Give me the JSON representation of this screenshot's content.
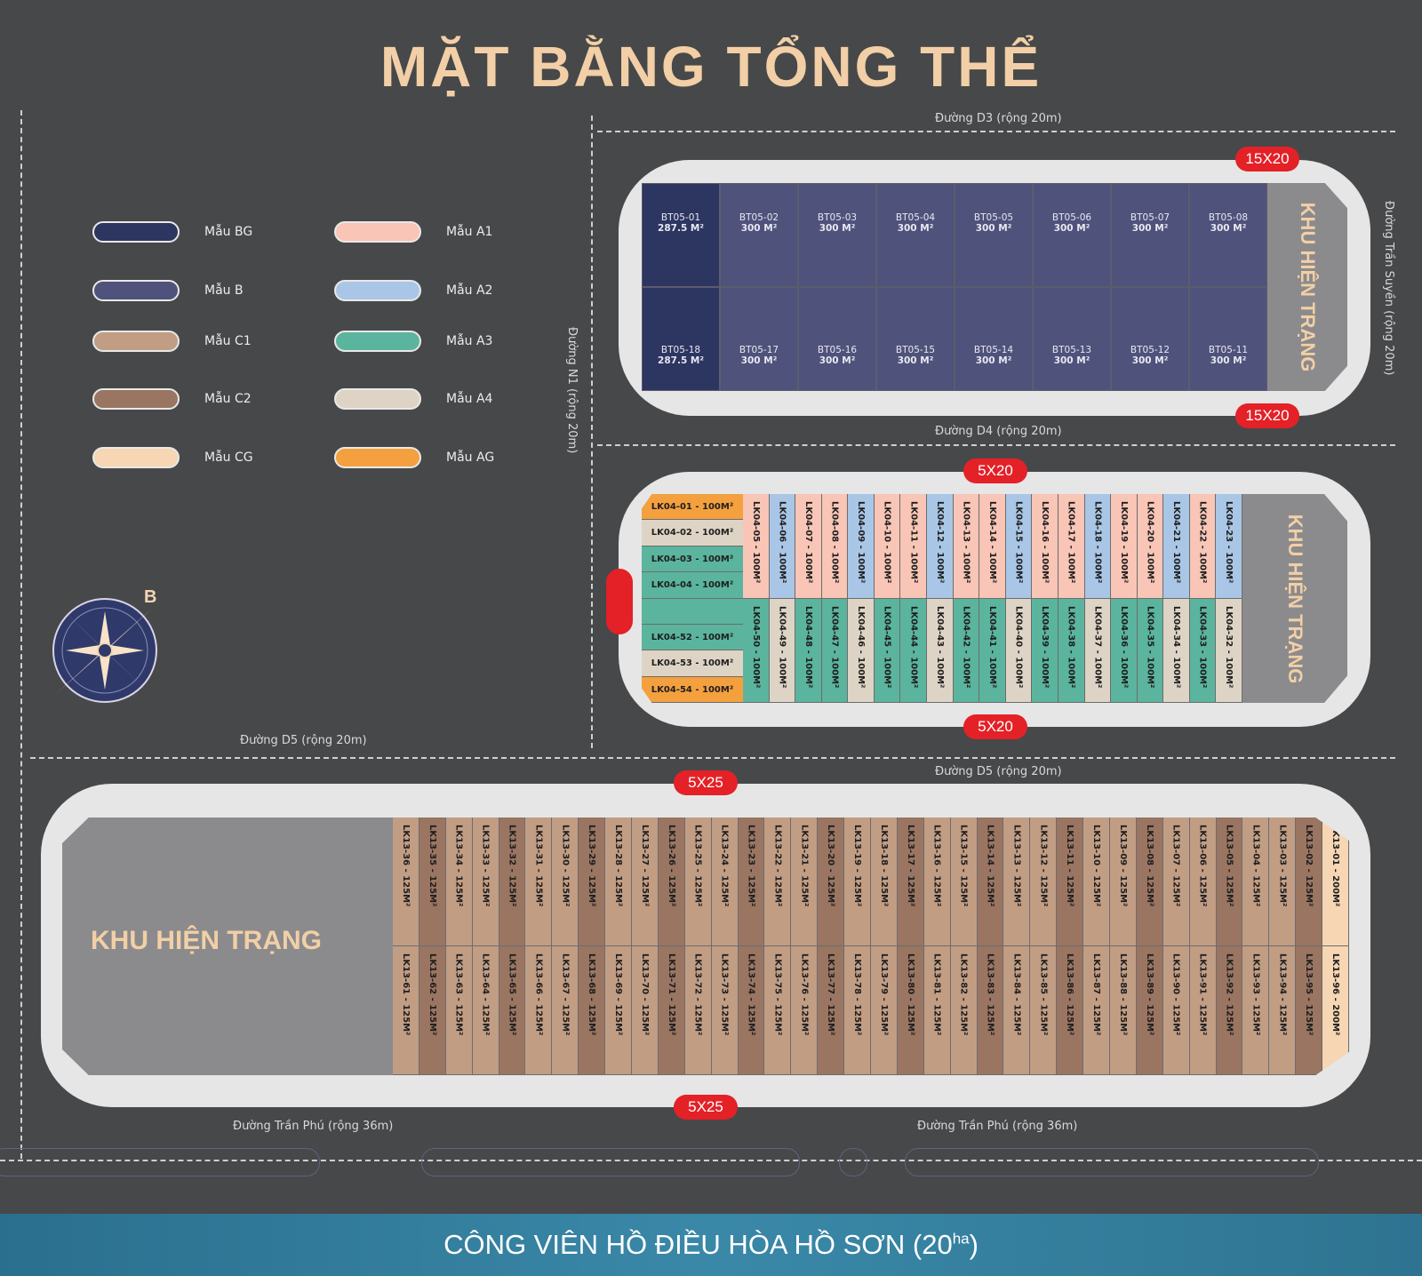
{
  "title": "MẶT BẰNG TỔNG THỂ",
  "roads": {
    "d3": "Đường D3 (rộng 20m)",
    "d4": "Đường D4 (rộng 20m)",
    "d5_left": "Đường D5 (rộng 20m)",
    "d5_right": "Đường D5 (rộng 20m)",
    "tran_suyen": "Đường Trần Suyền (rộng 20m)",
    "n1": "Đường N1 (rộng 20m)",
    "tran_phu_left": "Đường Trần Phú (rộng 36m)",
    "tran_phu_right": "Đường Trần Phú (rộng 36m)"
  },
  "legend": [
    {
      "label": "Mẫu BG",
      "color": "#2d3561"
    },
    {
      "label": "Mẫu A1",
      "color": "#f8c5b6"
    },
    {
      "label": "Mẫu B",
      "color": "#4f527a"
    },
    {
      "label": "Mẫu A2",
      "color": "#a9c6e6"
    },
    {
      "label": "Mẫu C1",
      "color": "#c19d84"
    },
    {
      "label": "Mẫu A3",
      "color": "#5bb49e"
    },
    {
      "label": "Mẫu C2",
      "color": "#9a7562"
    },
    {
      "label": "Mẫu A4",
      "color": "#ded4c5"
    },
    {
      "label": "Mẫu CG",
      "color": "#f6d6b3"
    },
    {
      "label": "Mẫu AG",
      "color": "#f4a03f"
    }
  ],
  "compass": {
    "north_label": "B",
    "icon": "compass-rose-icon"
  },
  "badges": {
    "bt_top": "15X20",
    "bt_bottom": "15X20",
    "lk04_top": "5X20",
    "lk04_bottom": "5X20",
    "lk13_top": "5X25",
    "lk13_bottom": "5X25"
  },
  "khu": {
    "bt": "KHU HIỆN TRẠNG",
    "lk04": "KHU HIỆN TRẠNG",
    "lk13": "KHU HIỆN TRẠNG"
  },
  "bt05_top": [
    {
      "id": "BT05-01",
      "area": "287.5 M²",
      "type": "BG"
    },
    {
      "id": "BT05-02",
      "area": "300 M²",
      "type": "B"
    },
    {
      "id": "BT05-03",
      "area": "300 M²",
      "type": "B"
    },
    {
      "id": "BT05-04",
      "area": "300 M²",
      "type": "B"
    },
    {
      "id": "BT05-05",
      "area": "300 M²",
      "type": "B"
    },
    {
      "id": "BT05-06",
      "area": "300 M²",
      "type": "B"
    },
    {
      "id": "BT05-07",
      "area": "300 M²",
      "type": "B"
    },
    {
      "id": "BT05-08",
      "area": "300 M²",
      "type": "B"
    }
  ],
  "bt05_bottom": [
    {
      "id": "BT05-18",
      "area": "287.5 M²",
      "type": "BG"
    },
    {
      "id": "BT05-17",
      "area": "300 M²",
      "type": "B"
    },
    {
      "id": "BT05-16",
      "area": "300 M²",
      "type": "B"
    },
    {
      "id": "BT05-15",
      "area": "300 M²",
      "type": "B"
    },
    {
      "id": "BT05-14",
      "area": "300 M²",
      "type": "B"
    },
    {
      "id": "BT05-13",
      "area": "300 M²",
      "type": "B"
    },
    {
      "id": "BT05-12",
      "area": "300 M²",
      "type": "B"
    },
    {
      "id": "BT05-11",
      "area": "300 M²",
      "type": "B"
    }
  ],
  "lk04_left": [
    {
      "label": "LK04-01 - 100M²",
      "type": "AG"
    },
    {
      "label": "LK04-02 - 100M²",
      "type": "A4"
    },
    {
      "label": "LK04-03 - 100M²",
      "type": "A3"
    },
    {
      "label": "LK04-04 - 100M²",
      "type": "A3"
    },
    {
      "label": "",
      "type": "A3"
    },
    {
      "label": "LK04-52 - 100M²",
      "type": "A3"
    },
    {
      "label": "LK04-53 - 100M²",
      "type": "A4"
    },
    {
      "label": "LK04-54 - 100M²",
      "type": "AG"
    }
  ],
  "lk04_top": [
    {
      "label": "LK04-05 - 100M²",
      "type": "A1"
    },
    {
      "label": "LK04-06 - 100M²",
      "type": "A2"
    },
    {
      "label": "LK04-07 - 100M²",
      "type": "A1"
    },
    {
      "label": "LK04-08 - 100M²",
      "type": "A1"
    },
    {
      "label": "LK04-09 - 100M²",
      "type": "A2"
    },
    {
      "label": "LK04-10 - 100M²",
      "type": "A1"
    },
    {
      "label": "LK04-11 - 100M²",
      "type": "A1"
    },
    {
      "label": "LK04-12 - 100M²",
      "type": "A2"
    },
    {
      "label": "LK04-13 - 100M²",
      "type": "A1"
    },
    {
      "label": "LK04-14 - 100M²",
      "type": "A1"
    },
    {
      "label": "LK04-15 - 100M²",
      "type": "A2"
    },
    {
      "label": "LK04-16 - 100M²",
      "type": "A1"
    },
    {
      "label": "LK04-17 - 100M²",
      "type": "A1"
    },
    {
      "label": "LK04-18 - 100M²",
      "type": "A2"
    },
    {
      "label": "LK04-19 - 100M²",
      "type": "A1"
    },
    {
      "label": "LK04-20 - 100M²",
      "type": "A1"
    },
    {
      "label": "LK04-21 - 100M²",
      "type": "A2"
    },
    {
      "label": "LK04-22 - 100M²",
      "type": "A1"
    },
    {
      "label": "LK04-23 - 100M²",
      "type": "A2"
    }
  ],
  "lk04_bottom": [
    {
      "label": "LK04-50 - 100M²",
      "type": "A3"
    },
    {
      "label": "LK04-49 - 100M²",
      "type": "A4"
    },
    {
      "label": "LK04-48 - 100M²",
      "type": "A3"
    },
    {
      "label": "LK04-47 - 100M²",
      "type": "A3"
    },
    {
      "label": "LK04-46 - 100M²",
      "type": "A4"
    },
    {
      "label": "LK04-45 - 100M²",
      "type": "A3"
    },
    {
      "label": "LK04-44 - 100M²",
      "type": "A3"
    },
    {
      "label": "LK04-43 - 100M²",
      "type": "A4"
    },
    {
      "label": "LK04-42 - 100M²",
      "type": "A3"
    },
    {
      "label": "LK04-41 - 100M²",
      "type": "A3"
    },
    {
      "label": "LK04-40 - 100M²",
      "type": "A4"
    },
    {
      "label": "LK04-39 - 100M²",
      "type": "A3"
    },
    {
      "label": "LK04-38 - 100M²",
      "type": "A3"
    },
    {
      "label": "LK04-37 - 100M²",
      "type": "A4"
    },
    {
      "label": "LK04-36 - 100M²",
      "type": "A3"
    },
    {
      "label": "LK04-35 - 100M²",
      "type": "A3"
    },
    {
      "label": "LK04-34 - 100M²",
      "type": "A4"
    },
    {
      "label": "LK04-33 - 100M²",
      "type": "A3"
    },
    {
      "label": "LK04-32 - 100M²",
      "type": "A4"
    }
  ],
  "lk13_top": [
    {
      "label": "LK13-36 - 125M²",
      "type": "C1"
    },
    {
      "label": "LK13-35 - 125M²",
      "type": "C2"
    },
    {
      "label": "LK13-34 - 125M²",
      "type": "C1"
    },
    {
      "label": "LK13-33 - 125M²",
      "type": "C1"
    },
    {
      "label": "LK13-32 - 125M²",
      "type": "C2"
    },
    {
      "label": "LK13-31 - 125M²",
      "type": "C1"
    },
    {
      "label": "LK13-30 - 125M²",
      "type": "C1"
    },
    {
      "label": "LK13-29 - 125M²",
      "type": "C2"
    },
    {
      "label": "LK13-28 - 125M²",
      "type": "C1"
    },
    {
      "label": "LK13-27 - 125M²",
      "type": "C1"
    },
    {
      "label": "LK13-26 - 125M²",
      "type": "C2"
    },
    {
      "label": "LK13-25 - 125M²",
      "type": "C1"
    },
    {
      "label": "LK13-24 - 125M²",
      "type": "C1"
    },
    {
      "label": "LK13-23 - 125M²",
      "type": "C2"
    },
    {
      "label": "LK13-22 - 125M²",
      "type": "C1"
    },
    {
      "label": "LK13-21 - 125M²",
      "type": "C1"
    },
    {
      "label": "LK13-20 - 125M²",
      "type": "C2"
    },
    {
      "label": "LK13-19 - 125M²",
      "type": "C1"
    },
    {
      "label": "LK13-18 - 125M²",
      "type": "C1"
    },
    {
      "label": "LK13-17 - 125M²",
      "type": "C2"
    },
    {
      "label": "LK13-16 - 125M²",
      "type": "C1"
    },
    {
      "label": "LK13-15 - 125M²",
      "type": "C1"
    },
    {
      "label": "LK13-14 - 125M²",
      "type": "C2"
    },
    {
      "label": "LK13-13 - 125M²",
      "type": "C1"
    },
    {
      "label": "LK13-12 - 125M²",
      "type": "C1"
    },
    {
      "label": "LK13-11 - 125M²",
      "type": "C2"
    },
    {
      "label": "LK13-10 - 125M²",
      "type": "C1"
    },
    {
      "label": "LK13-09 - 125M²",
      "type": "C1"
    },
    {
      "label": "LK13-08 - 125M²",
      "type": "C2"
    },
    {
      "label": "LK13-07 - 125M²",
      "type": "C1"
    },
    {
      "label": "LK13-06 - 125M²",
      "type": "C1"
    },
    {
      "label": "LK13-05 - 125M²",
      "type": "C2"
    },
    {
      "label": "LK13-04 - 125M²",
      "type": "C1"
    },
    {
      "label": "LK13-03 - 125M²",
      "type": "C1"
    },
    {
      "label": "LK13-02 - 125M²",
      "type": "C2"
    },
    {
      "label": "LK13-01 - 200M²",
      "type": "CG"
    }
  ],
  "lk13_bottom": [
    {
      "label": "LK13-61 - 125M²",
      "type": "C1"
    },
    {
      "label": "LK13-62 - 125M²",
      "type": "C2"
    },
    {
      "label": "LK13-63 - 125M²",
      "type": "C1"
    },
    {
      "label": "LK13-64 - 125M²",
      "type": "C1"
    },
    {
      "label": "LK13-65 - 125M²",
      "type": "C2"
    },
    {
      "label": "LK13-66 - 125M²",
      "type": "C1"
    },
    {
      "label": "LK13-67 - 125M²",
      "type": "C1"
    },
    {
      "label": "LK13-68 - 125M²",
      "type": "C2"
    },
    {
      "label": "LK13-69 - 125M²",
      "type": "C1"
    },
    {
      "label": "LK13-70 - 125M²",
      "type": "C1"
    },
    {
      "label": "LK13-71 - 125M²",
      "type": "C2"
    },
    {
      "label": "LK13-72 - 125M²",
      "type": "C1"
    },
    {
      "label": "LK13-73 - 125M²",
      "type": "C1"
    },
    {
      "label": "LK13-74 - 125M²",
      "type": "C2"
    },
    {
      "label": "LK13-75 - 125M²",
      "type": "C1"
    },
    {
      "label": "LK13-76 - 125M²",
      "type": "C1"
    },
    {
      "label": "LK13-77 - 125M²",
      "type": "C2"
    },
    {
      "label": "LK13-78 - 125M²",
      "type": "C1"
    },
    {
      "label": "LK13-79 - 125M²",
      "type": "C1"
    },
    {
      "label": "LK13-80 - 125M²",
      "type": "C2"
    },
    {
      "label": "LK13-81 - 125M²",
      "type": "C1"
    },
    {
      "label": "LK13-82 - 125M²",
      "type": "C1"
    },
    {
      "label": "LK13-83 - 125M²",
      "type": "C2"
    },
    {
      "label": "LK13-84 - 125M²",
      "type": "C1"
    },
    {
      "label": "LK13-85 - 125M²",
      "type": "C1"
    },
    {
      "label": "LK13-86 - 125M²",
      "type": "C2"
    },
    {
      "label": "LK13-87 - 125M²",
      "type": "C1"
    },
    {
      "label": "LK13-88 - 125M²",
      "type": "C1"
    },
    {
      "label": "LK13-89 - 125M²",
      "type": "C2"
    },
    {
      "label": "LK13-90 - 125M²",
      "type": "C1"
    },
    {
      "label": "LK13-91 - 125M²",
      "type": "C1"
    },
    {
      "label": "LK13-92 - 125M²",
      "type": "C2"
    },
    {
      "label": "LK13-93 - 125M²",
      "type": "C1"
    },
    {
      "label": "LK13-94 - 125M²",
      "type": "C1"
    },
    {
      "label": "LK13-95 - 125M²",
      "type": "C2"
    },
    {
      "label": "LK13-96 - 200M²",
      "type": "CG"
    }
  ],
  "park": {
    "label": "CÔNG VIÊN HỒ ĐIỀU HÒA HỒ SƠN (20",
    "unit": "ha",
    "close": ")"
  }
}
